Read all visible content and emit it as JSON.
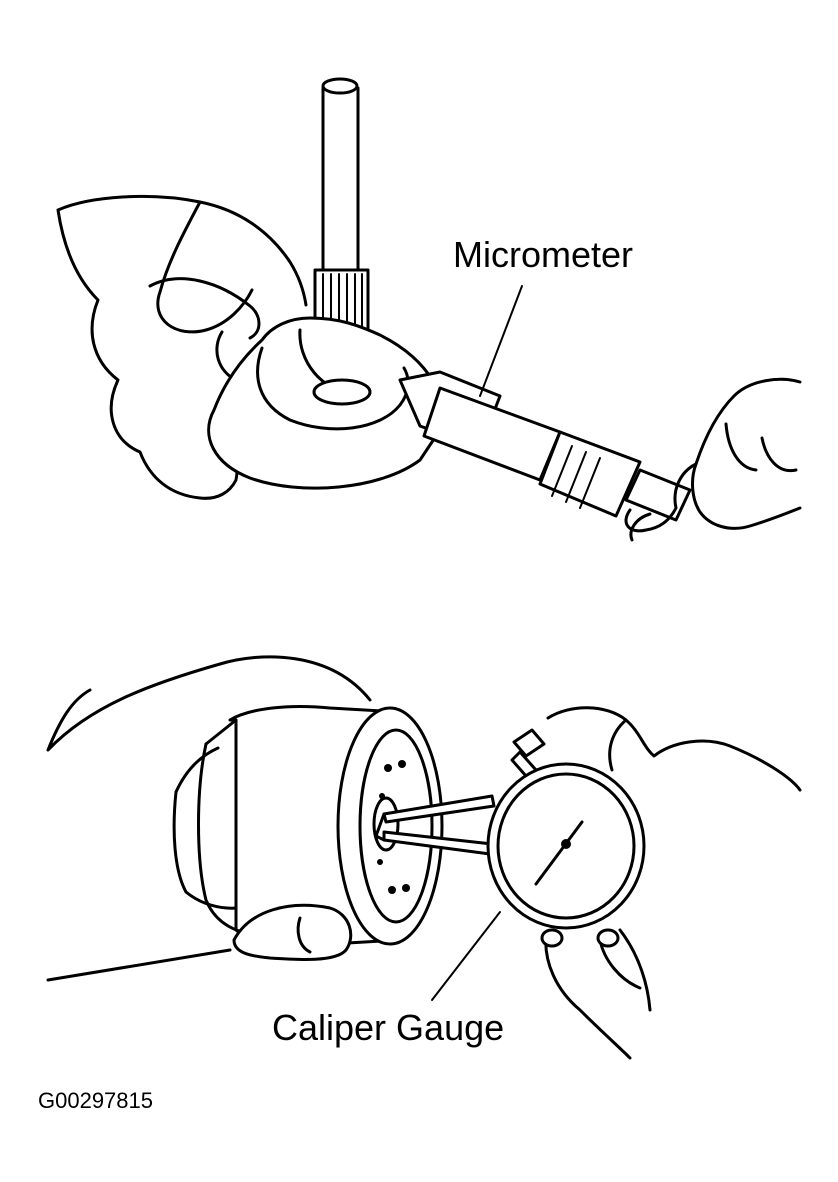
{
  "labels": {
    "micrometer": "Micrometer",
    "caliper_gauge": "Caliper Gauge"
  },
  "figure_code": "G00297815"
}
